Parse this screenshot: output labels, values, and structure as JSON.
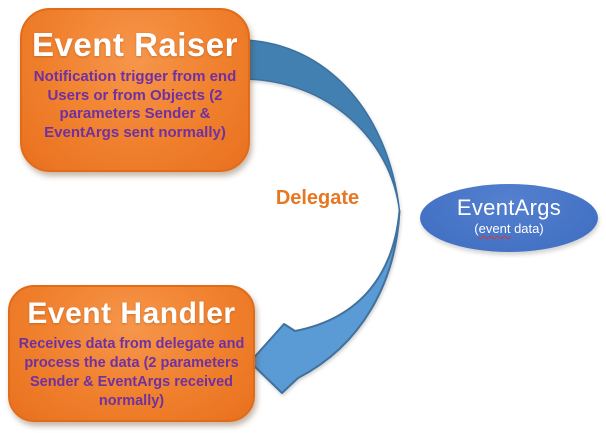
{
  "diagram": {
    "raiser": {
      "title": "Event Raiser",
      "body_lines": [
        "Notification trigger from end",
        "Users or from Objects (2",
        "parameters Sender &",
        "EventArgs sent normally)"
      ]
    },
    "handler": {
      "title": "Event Handler",
      "body_lines": [
        "Receives data from delegate and",
        "process the data (2 parameters",
        "Sender & EventArgs received",
        "normally)"
      ]
    },
    "delegate_label": "Delegate",
    "eventargs": {
      "title": "EventArgs",
      "subtitle_prefix": "(",
      "subtitle_misspelled": "event",
      "subtitle_suffix": " data)"
    },
    "colors": {
      "box_orange": "#EF7E2C",
      "box_border": "#E06C1A",
      "body_purple": "#7030A0",
      "delegate_orange": "#E87722",
      "arc_blue_top": "#4380B2",
      "arc_stroke_top": "#3A70A0",
      "arrow_fill": "#5B9BD5",
      "arrow_stroke": "#41719C",
      "ellipse_blue": "#4472C4",
      "title_white": "#FFFFFF"
    }
  }
}
